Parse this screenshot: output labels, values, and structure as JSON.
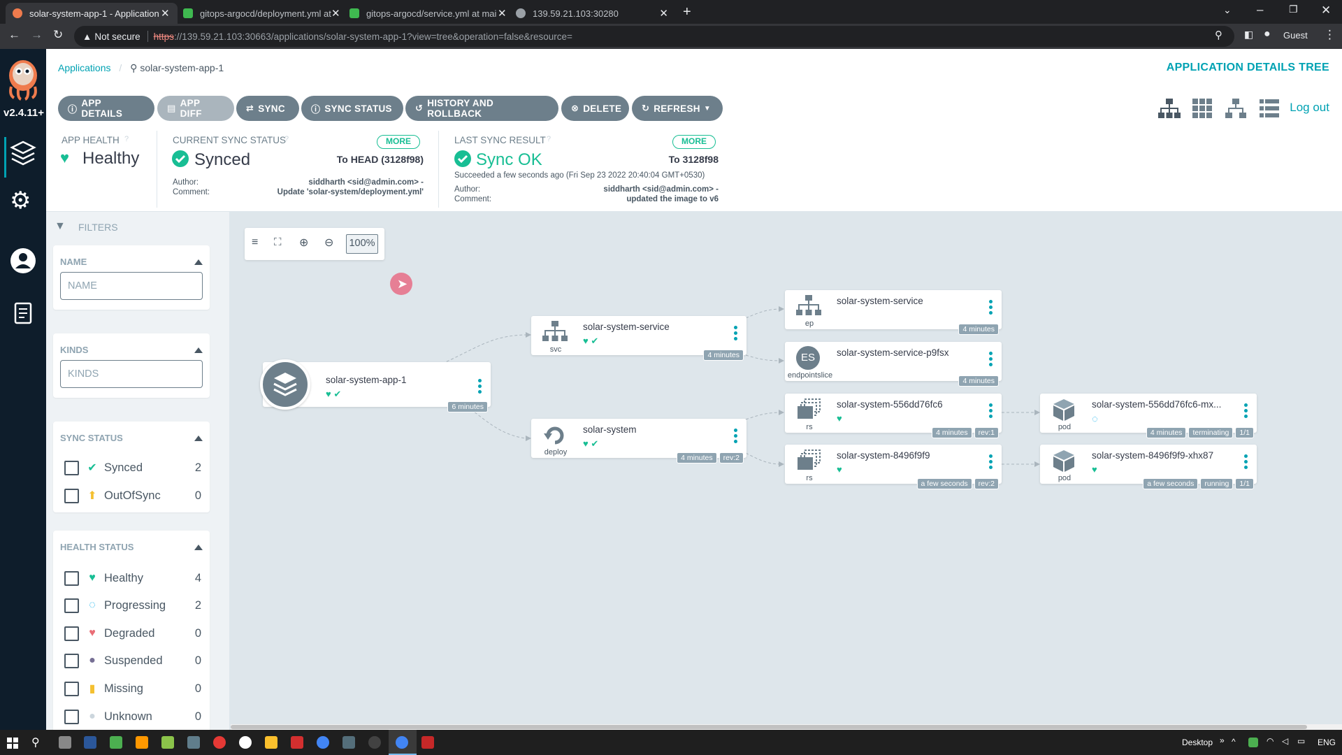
{
  "browser": {
    "tabs": [
      {
        "title": "solar-system-app-1 - Application",
        "active": true,
        "favicon_color": "#ef7b4d"
      },
      {
        "title": "gitops-argocd/deployment.yml at",
        "active": false,
        "favicon_color": "#ffffff"
      },
      {
        "title": "gitops-argocd/service.yml at mai",
        "active": false,
        "favicon_color": "#ffffff"
      },
      {
        "title": "139.59.21.103:30280",
        "active": false,
        "favicon_color": "#9aa0a6"
      }
    ],
    "security_label": "Not secure",
    "url_scheme": "https",
    "url_rest": "://139.59.21.103:30663/applications/solar-system-app-1?view=tree&operation=false&resource=",
    "profile": "Guest"
  },
  "sidebar": {
    "version": "v2.4.11+"
  },
  "header": {
    "breadcrumb_link": "Applications",
    "breadcrumb_current": "solar-system-app-1",
    "page_title": "APPLICATION DETAILS TREE",
    "logout": "Log out"
  },
  "toolbar": {
    "app_details": "APP DETAILS",
    "app_diff": "APP DIFF",
    "sync": "SYNC",
    "sync_status": "SYNC STATUS",
    "history": "HISTORY AND ROLLBACK",
    "delete": "DELETE",
    "refresh": "REFRESH"
  },
  "status": {
    "health_label": "APP HEALTH",
    "health_value": "Healthy",
    "sync_label": "CURRENT SYNC STATUS",
    "sync_value": "Synced",
    "sync_more": "MORE",
    "sync_to": "To HEAD (3128f98)",
    "sync_author_label": "Author:",
    "sync_author": "siddharth <sid@admin.com> -",
    "sync_comment_label": "Comment:",
    "sync_comment": "Update 'solar-system/deployment.yml'",
    "last_label": "LAST SYNC RESULT",
    "last_value": "Sync OK",
    "last_more": "MORE",
    "last_to": "To 3128f98",
    "last_succeeded": "Succeeded a few seconds ago (Fri Sep 23 2022 20:40:04 GMT+0530)",
    "last_author_label": "Author:",
    "last_author": "siddharth <sid@admin.com> -",
    "last_comment_label": "Comment:",
    "last_comment": "updated the image to v6"
  },
  "filters": {
    "title": "FILTERS",
    "name_header": "NAME",
    "name_placeholder": "NAME",
    "kinds_header": "KINDS",
    "kinds_placeholder": "KINDS",
    "sync_header": "SYNC STATUS",
    "sync_items": [
      {
        "label": "Synced",
        "count": "2",
        "color": "#18be94",
        "icon": "check-circle-icon"
      },
      {
        "label": "OutOfSync",
        "count": "0",
        "color": "#f4c030",
        "icon": "arrow-up-circle-icon"
      }
    ],
    "health_header": "HEALTH STATUS",
    "health_items": [
      {
        "label": "Healthy",
        "count": "4",
        "color": "#18be94",
        "icon": "heart-icon"
      },
      {
        "label": "Progressing",
        "count": "2",
        "color": "#0dadea",
        "icon": "spinner-icon"
      },
      {
        "label": "Degraded",
        "count": "0",
        "color": "#e96d76",
        "icon": "broken-heart-icon"
      },
      {
        "label": "Suspended",
        "count": "0",
        "color": "#766f94",
        "icon": "pause-circle-icon"
      },
      {
        "label": "Missing",
        "count": "0",
        "color": "#f4c030",
        "icon": "ghost-icon"
      },
      {
        "label": "Unknown",
        "count": "0",
        "color": "#ccd6dd",
        "icon": "question-circle-icon"
      }
    ]
  },
  "graph": {
    "zoom": "100%",
    "app_node": {
      "name": "solar-system-app-1",
      "age": "6 minutes"
    },
    "nodes": [
      {
        "id": "svc",
        "name": "solar-system-service",
        "kind": "svc",
        "tags": [
          "4 minutes"
        ],
        "health": "healthy-synced"
      },
      {
        "id": "deploy",
        "name": "solar-system",
        "kind": "deploy",
        "tags": [
          "4 minutes",
          "rev:2"
        ],
        "health": "healthy-synced"
      },
      {
        "id": "ep",
        "name": "solar-system-service",
        "kind": "ep",
        "tags": [
          "4 minutes"
        ],
        "health": "none"
      },
      {
        "id": "es",
        "name": "solar-system-service-p9fsx",
        "kind": "endpointslice",
        "tags": [
          "4 minutes"
        ],
        "health": "none"
      },
      {
        "id": "rs1",
        "name": "solar-system-556dd76fc6",
        "kind": "rs",
        "tags": [
          "4 minutes",
          "rev:1"
        ],
        "health": "healthy"
      },
      {
        "id": "rs2",
        "name": "solar-system-8496f9f9",
        "kind": "rs",
        "tags": [
          "a few seconds",
          "rev:2"
        ],
        "health": "healthy"
      },
      {
        "id": "pod1",
        "name": "solar-system-556dd76fc6-mx...",
        "kind": "pod",
        "tags": [
          "4 minutes",
          "terminating",
          "1/1"
        ],
        "health": "progressing"
      },
      {
        "id": "pod2",
        "name": "solar-system-8496f9f9-xhx87",
        "kind": "pod",
        "tags": [
          "a few seconds",
          "running",
          "1/1"
        ],
        "health": "healthy"
      }
    ]
  },
  "taskbar": {
    "desktop": "Desktop",
    "lang": "ENG"
  },
  "colors": {
    "accent": "#00a2b3",
    "healthy": "#18be94",
    "button": "#6d7f8b",
    "sidebar": "#0e1d2b"
  }
}
